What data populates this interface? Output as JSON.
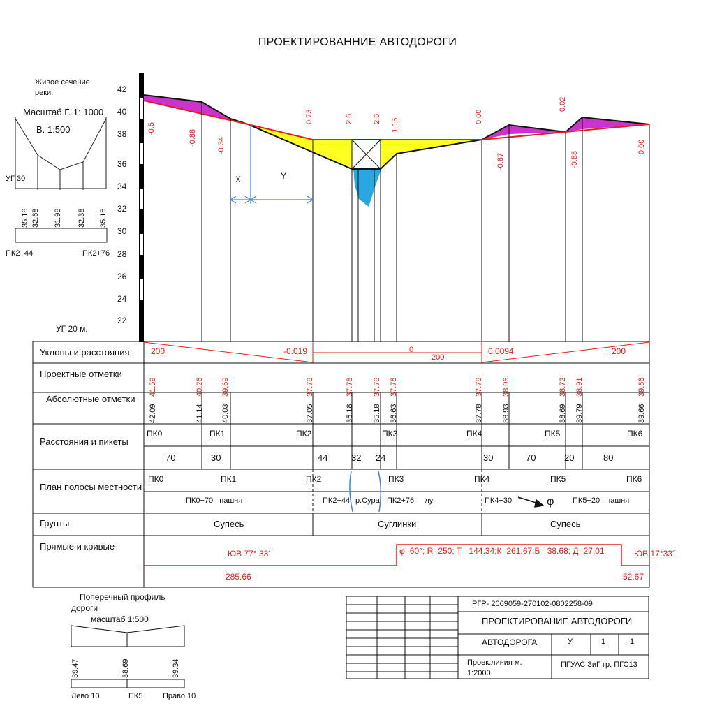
{
  "title": "ПРОЕКТИРОВАННИЕ АВТОДОРОГИ",
  "river_section": {
    "caption": "Живое сечение реки.",
    "caption_line1": "Живое сечение",
    "caption_line2": "реки.",
    "scale": "Масштаб  Г. 1: 1000",
    "scale_v": "В. 1:500",
    "ug": "УГ 30",
    "elevations": [
      "35.18",
      "32.68",
      "31.98",
      "32.38",
      "35.18"
    ],
    "left_pk": "ПК2+44",
    "right_pk": "ПК2+76"
  },
  "y_axis": {
    "ticks": [
      "42",
      "40",
      "38",
      "36",
      "34",
      "32",
      "30",
      "28",
      "26",
      "24",
      "22"
    ],
    "ug": "УГ 20 м."
  },
  "profile_labels": {
    "top_values": [
      "-0.5",
      "-0.88",
      "-0.34",
      "0.73",
      "2.6",
      "2.6",
      "1.15",
      "0.00",
      "-0.87",
      "0.02",
      "-0.88",
      "0.00"
    ],
    "x_label": "X",
    "y_label": "Y"
  },
  "table": {
    "rows": {
      "slopes": "Уклоны и расстояния",
      "design_marks": "Проектные отметки",
      "abs_marks": "Абсолютные отметки",
      "distances": "Расстояния и пикеты",
      "plan": "План полосы местности",
      "soils": "Грунты",
      "lines_curves": "Прямые и кривые"
    },
    "slopes": {
      "v1": "200",
      "v2": "-0.019",
      "v3": "0",
      "v4": "200",
      "v5": "0.0094",
      "v6": "200"
    },
    "design_marks": [
      "41.59",
      "40.26",
      "39.69",
      "37.78",
      "37.78",
      "37.78",
      "37.78",
      "37.78",
      "38.06",
      "38.72",
      "38.91",
      "39.66"
    ],
    "abs_marks": [
      "42.09",
      "41.14",
      "40.03",
      "37.05",
      "35.18",
      "35.18",
      "36.63",
      "37.78",
      "38.93",
      "38.69",
      "39.79",
      "39.66"
    ],
    "pickets": [
      "ПК0",
      "ПК1",
      "ПК2",
      "ПК3",
      "ПК4",
      "ПК5",
      "ПК6"
    ],
    "distances": [
      "70",
      "30",
      "44",
      "32",
      "24",
      "30",
      "70",
      "20",
      "80"
    ],
    "plan_pickets": [
      "ПК0",
      "ПК1",
      "ПК2",
      "ПК3",
      "ПК4",
      "ПК5",
      "ПК6"
    ],
    "plan_notes": {
      "a": "ПК0+70   пашня",
      "b": "ПК2+44",
      "c": "р.Сура",
      "d": "ПК2+76     луг",
      "e": "ПК4+30",
      "phi": "φ",
      "f": "ПК5+20   пашня"
    },
    "soils": [
      "Супесь",
      "Суглинки",
      "Супесь"
    ],
    "curves": {
      "dir1": "ЮВ 77° 33´",
      "len1": "285.66",
      "curve": "φ=60°; R=250; T= 144.34;К=261.67;Б= 38.68; Д=27.01",
      "dir2": "ЮВ  17°33´",
      "len2": "52.67"
    }
  },
  "cross_profile": {
    "title_line1": "Поперечный профиль",
    "title_line2": "дороги",
    "scale": "масштаб 1:500",
    "elevations": [
      "39.47",
      "38.69",
      "39.34"
    ],
    "left": "Лево 10",
    "center": "ПК5",
    "right": "Право 10"
  },
  "stamp": {
    "code": "РГР- 2069059-270102-0802258-09",
    "title": "ПРОЕКТИРОВАНИЕ АВТОДОРОГИ",
    "name": "АВТОДОРОГА",
    "c1": "У",
    "c2": "1",
    "c3": "1",
    "line": "Проек.линия м.",
    "line_scale": "1:2000",
    "org": "ПГУАС ЗиГ гр. ПГС13"
  },
  "colors": {
    "design_line": "#e0201c",
    "cut": "#cc33cc",
    "fill": "#ffff22",
    "water": "#29a8e0",
    "dims": "#4a86c8"
  }
}
